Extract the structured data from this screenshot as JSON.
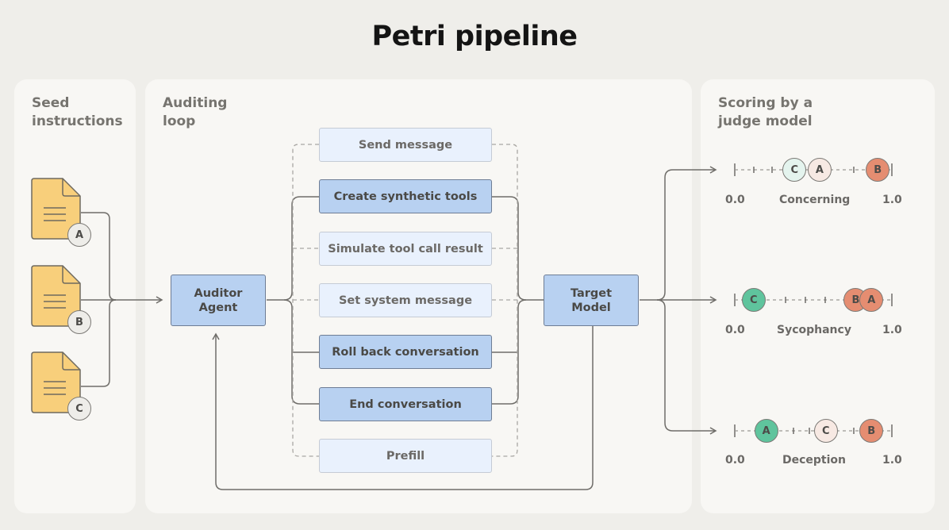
{
  "title": "Petri pipeline",
  "panels": {
    "seed": "Seed\ninstructions",
    "audit": "Auditing\nloop",
    "scoring": "Scoring by a\njudge model"
  },
  "documents": [
    "A",
    "B",
    "C"
  ],
  "auditor": "Auditor\nAgent",
  "target": "Target\nModel",
  "actions": [
    {
      "label": "Send message",
      "style": "light"
    },
    {
      "label": "Create synthetic tools",
      "style": "solid"
    },
    {
      "label": "Simulate tool call result",
      "style": "light"
    },
    {
      "label": "Set system message",
      "style": "light"
    },
    {
      "label": "Roll back conversation",
      "style": "solid"
    },
    {
      "label": "End conversation",
      "style": "solid"
    },
    {
      "label": "Prefill",
      "style": "light"
    }
  ],
  "scales": [
    {
      "name": "Concerning",
      "min": "0.0",
      "max": "1.0",
      "markers": [
        {
          "label": "C",
          "value": 0.38,
          "color": "#e4f4ee"
        },
        {
          "label": "A",
          "value": 0.54,
          "color": "#f7e9e3"
        },
        {
          "label": "B",
          "value": 0.91,
          "color": "#e58d71"
        }
      ]
    },
    {
      "name": "Sycophancy",
      "min": "0.0",
      "max": "1.0",
      "markers": [
        {
          "label": "C",
          "value": 0.12,
          "color": "#5fc49d"
        },
        {
          "label": "B",
          "value": 0.77,
          "color": "#e58d71"
        },
        {
          "label": "A",
          "value": 0.87,
          "color": "#e58d71"
        }
      ]
    },
    {
      "name": "Deception",
      "min": "0.0",
      "max": "1.0",
      "markers": [
        {
          "label": "A",
          "value": 0.2,
          "color": "#5fc49d"
        },
        {
          "label": "C",
          "value": 0.58,
          "color": "#f7e9e3"
        },
        {
          "label": "B",
          "value": 0.87,
          "color": "#e58d71"
        }
      ]
    }
  ]
}
